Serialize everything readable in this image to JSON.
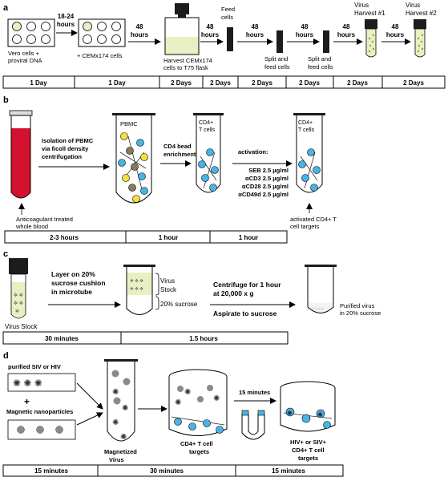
{
  "panel_a": {
    "label": "a",
    "vero_label": [
      "Vero cells +",
      "proviral  DNA"
    ],
    "step1_time": [
      "18-24",
      "hours"
    ],
    "cemx_label": "+ CEMx174 cells",
    "step2_time": [
      "48",
      "hours"
    ],
    "harvest_label": [
      "Harvest CEMx174",
      "cells to T75 flask"
    ],
    "step3_time": [
      "48",
      "hours"
    ],
    "feed_label": [
      "Feed",
      "cells"
    ],
    "step4_time": [
      "48",
      "hours"
    ],
    "split1_label": [
      "Split and",
      "feed cells"
    ],
    "step5_time": [
      "48",
      "hours"
    ],
    "split2_label": [
      "Split and",
      "feed cells"
    ],
    "step6_time": [
      "48",
      "hours"
    ],
    "virus1_label": [
      "Virus",
      "Harvest #1"
    ],
    "step7_time": [
      "48",
      "hours"
    ],
    "virus2_label": [
      "Virus",
      "Harvest #2"
    ],
    "timeline": [
      "1 Day",
      "1 Day",
      "2 Days",
      "2 Days",
      "2 Days",
      "2 Days",
      "2 Days",
      "2 Days"
    ]
  },
  "panel_b": {
    "label": "b",
    "blood_label": [
      "Anticoagulant treated",
      "whole blood"
    ],
    "isolation_label": [
      "Isolation of PBMC",
      "via ficoll density",
      "centrifugation"
    ],
    "pbmc_label": "PBMC",
    "enrich_label": [
      "CD4 bead",
      "enrichment"
    ],
    "cd4_label": [
      "CD4+",
      "T cells"
    ],
    "activation_title": "activation:",
    "activation_items": [
      "SEB 2.5 µg/ml",
      "αCD3 2.5 µg/ml",
      "αCD28 2.5 µg/ml",
      "αCD49d 2.5 µg/ml"
    ],
    "cd4_label2": [
      "CD4+",
      "T cells"
    ],
    "activated_label": [
      "activated CD4+ T",
      "cell targets"
    ],
    "timeline": [
      "2-3 hours",
      "1 hour",
      "1 hour"
    ]
  },
  "panel_c": {
    "label": "c",
    "layer_label": [
      "Layer on 20%",
      "sucrose cushion",
      "in microtube"
    ],
    "stock_label": "Virus Stock",
    "tube_virus_label": [
      "Virus",
      "Stock"
    ],
    "sucrose_label": "20% sucrose",
    "centrifuge_label": [
      "Centrifuge for 1 hour",
      "at 20,000 x g"
    ],
    "aspirate_label": "Aspirate to sucrose",
    "purified_label": [
      "Purified virus",
      "in 20% sucrose"
    ],
    "timeline": [
      "30 minutes",
      "1.5 hours"
    ]
  },
  "panel_d": {
    "label": "d",
    "purified_label": "purified SIV or HIV",
    "plus": "+",
    "magnetic_label": "Magnetic nanoparticles",
    "magnetized_label": [
      "Magnetized",
      "Virus"
    ],
    "targets_label": [
      "CD4+ T cell",
      "targets"
    ],
    "minutes_label": "15 minutes",
    "infected_label": [
      "HIV+ or SIV+",
      "CD4+ T cell",
      "targets"
    ],
    "timeline": [
      "15 minutes",
      "30 minutes",
      "15 minutes"
    ]
  },
  "colors": {
    "flask_fill": "#e8efc2",
    "cell_blue": "#47b3e6",
    "cell_yellow": "#f5e03a",
    "blood_red": "#d2122e",
    "virus_gray": "#8a8a8a",
    "dark": "#1c1c1c"
  }
}
